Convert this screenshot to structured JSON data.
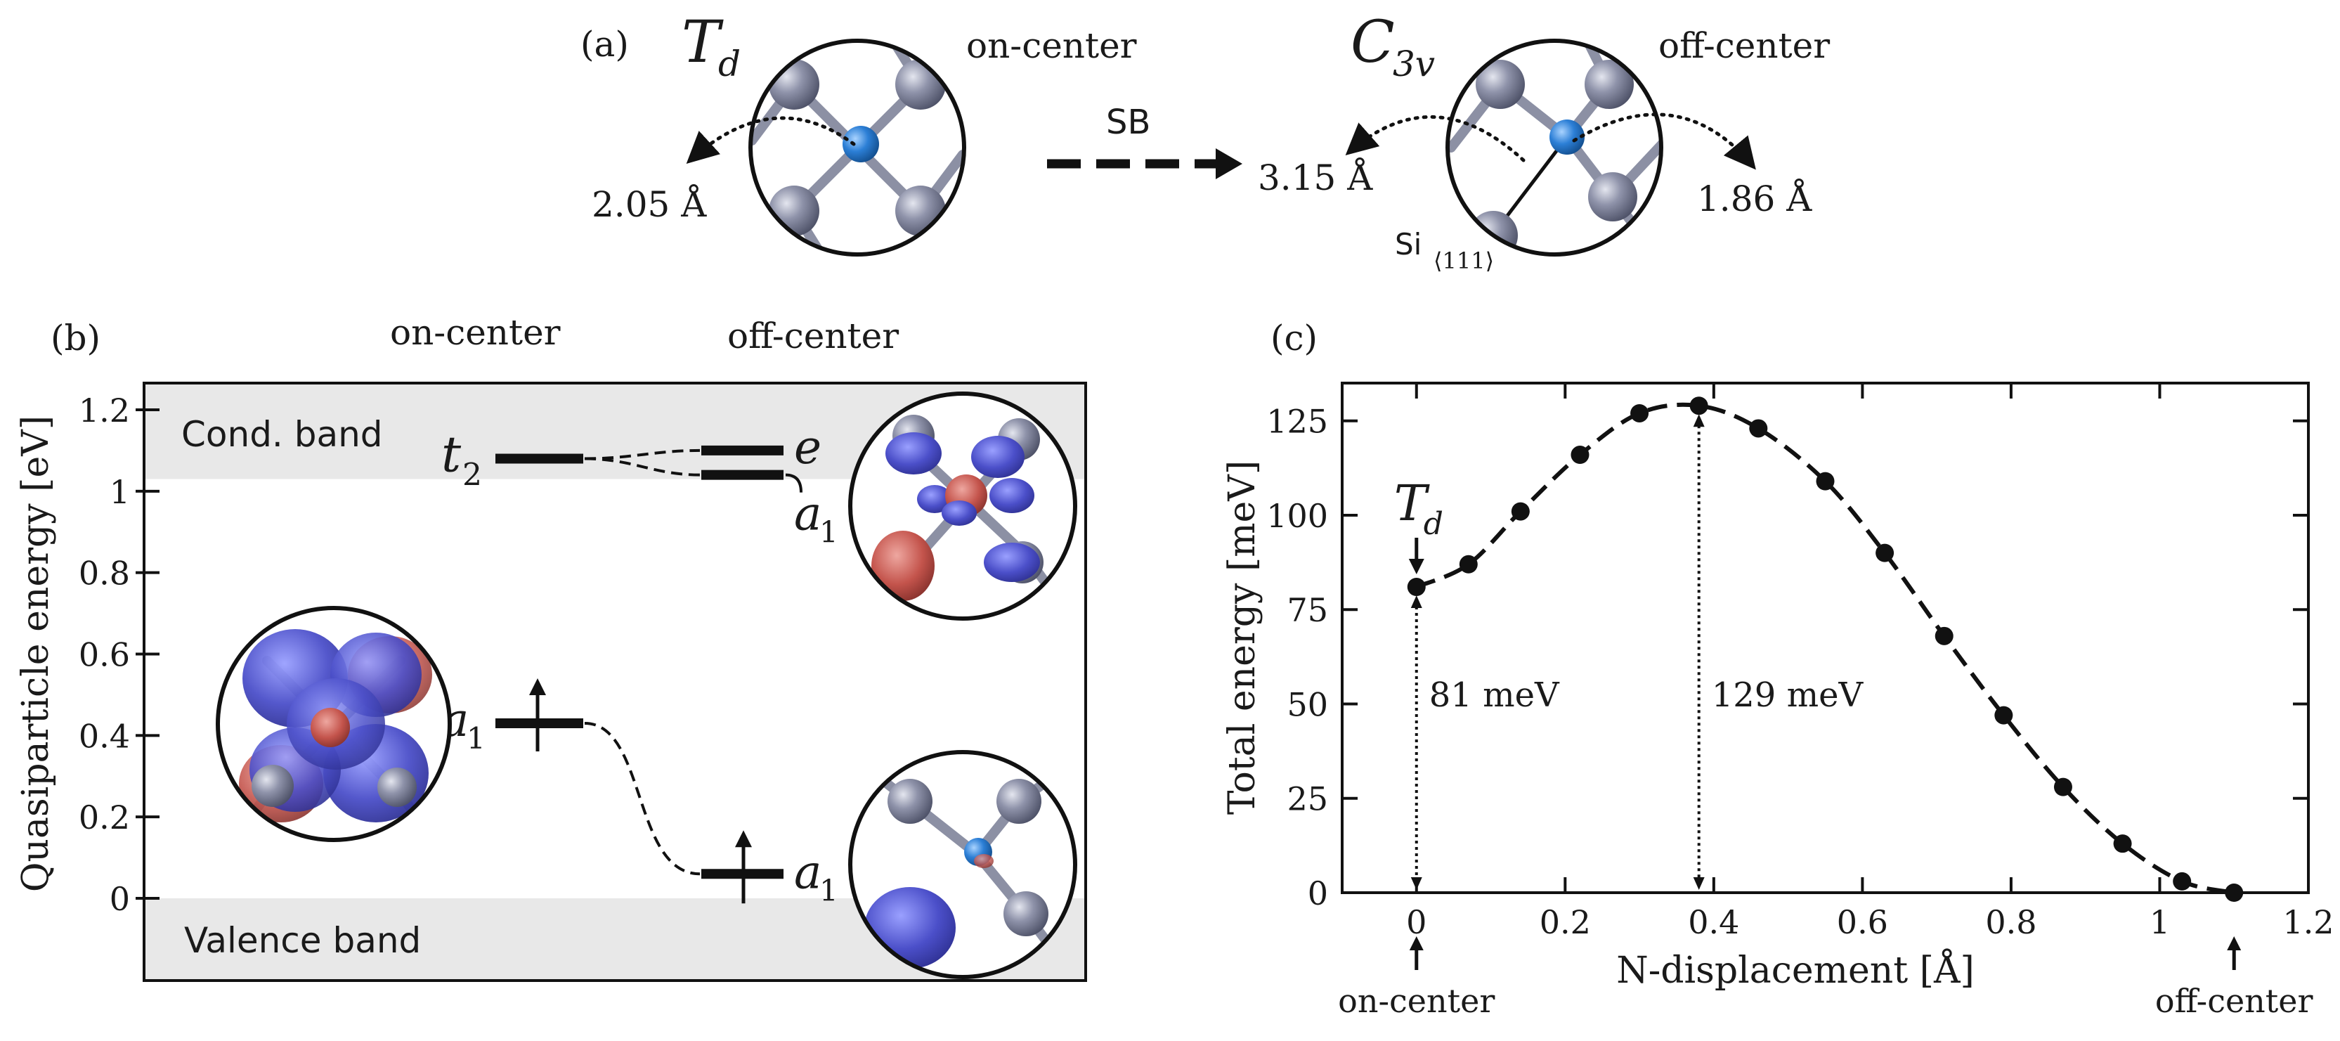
{
  "panel_a": {
    "label": "(a)",
    "left_symmetry": "T",
    "left_symmetry_sub": "d",
    "left_caption": "on-center",
    "left_distance": "2.05 Å",
    "arrow_label": "SB",
    "right_symmetry": "C",
    "right_symmetry_sub": "3v",
    "right_caption": "off-center",
    "right_distance_left": "3.15 Å",
    "right_distance_right": "1.86 Å",
    "si_label": "Si",
    "si_sub": "⟨111⟩"
  },
  "panel_b": {
    "label": "(b)",
    "col_on": "on-center",
    "col_off": "off-center",
    "ylabel": "Quasiparticle energy [eV]",
    "ylim": [
      0,
      1.2
    ],
    "yticks": [
      "0",
      "0.2",
      "0.4",
      "0.6",
      "0.8",
      "1",
      "1.2"
    ],
    "cond_band_label": "Cond. band",
    "cond_band_min": 1.03,
    "valence_band_label": "Valence band",
    "levels": {
      "t2": {
        "label": "t",
        "sub": "2",
        "energy": 1.08
      },
      "e": {
        "label": "e",
        "energy": 1.1
      },
      "a1_off_cond": {
        "label": "a",
        "sub": "1",
        "energy": 1.04
      },
      "a1_on": {
        "label": "a",
        "sub": "1",
        "energy": 0.43
      },
      "a1_off": {
        "label": "a",
        "sub": "1",
        "energy": 0.06
      }
    }
  },
  "chart_data": {
    "type": "scatter",
    "label": "(c)",
    "xlabel": "N-displacement [Å]",
    "ylabel": "Total energy [meV]",
    "xlim": [
      -0.1,
      1.2
    ],
    "ylim": [
      0,
      135
    ],
    "xticks": [
      "0",
      "0.2",
      "0.4",
      "0.6",
      "0.8",
      "1",
      "1.2"
    ],
    "yticks": [
      "0",
      "25",
      "50",
      "75",
      "100",
      "125"
    ],
    "x": [
      0,
      0.07,
      0.14,
      0.22,
      0.3,
      0.38,
      0.46,
      0.55,
      0.63,
      0.71,
      0.79,
      0.87,
      0.95,
      1.03,
      1.1
    ],
    "y": [
      81,
      87,
      101,
      116,
      127,
      129,
      123,
      109,
      90,
      68,
      47,
      28,
      13,
      3,
      0
    ],
    "annotations": {
      "td_label": "T",
      "td_sub": "d",
      "barrier_1": "81 meV",
      "barrier_1_x": 0,
      "barrier_1_y": 81,
      "barrier_2": "129 meV",
      "barrier_2_x": 0.38,
      "barrier_2_y": 129,
      "on_center": "on-center",
      "off_center": "off-center",
      "off_center_x": 1.1
    }
  }
}
